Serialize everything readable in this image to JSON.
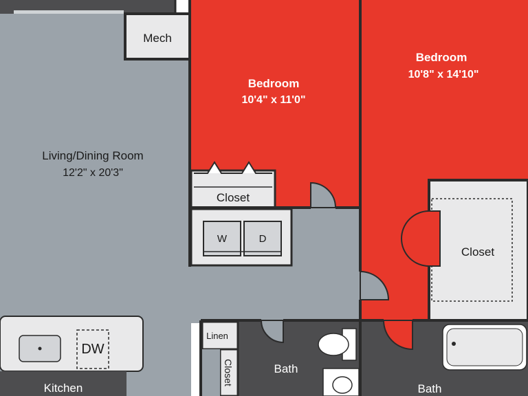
{
  "rooms": {
    "mech": {
      "name": "Mech"
    },
    "bedroom_1": {
      "name": "Bedroom",
      "dimensions": "10'4\" x 11'0\""
    },
    "bedroom_2": {
      "name": "Bedroom",
      "dimensions": "10'8\" x 14'10\""
    },
    "living_dining": {
      "name": "Living/Dining Room",
      "dimensions": "12'2\" x 20'3\""
    },
    "closet_1": {
      "name": "Closet"
    },
    "closet_2": {
      "name": "Closet"
    },
    "closet_3": {
      "name": "Closet"
    },
    "linen": {
      "name": "Linen"
    },
    "bath_1": {
      "name": "Bath"
    },
    "bath_2": {
      "name": "Bath"
    },
    "kitchen": {
      "name": "Kitchen"
    }
  },
  "appliances": {
    "washer": "W",
    "dryer": "D",
    "dishwasher": "DW"
  },
  "colors": {
    "bedroom": "#e8382b",
    "living": "#9ba3aa",
    "dark": "#4d4d4f",
    "light": "#e9e9ea",
    "wall": "#2b2b2b"
  }
}
